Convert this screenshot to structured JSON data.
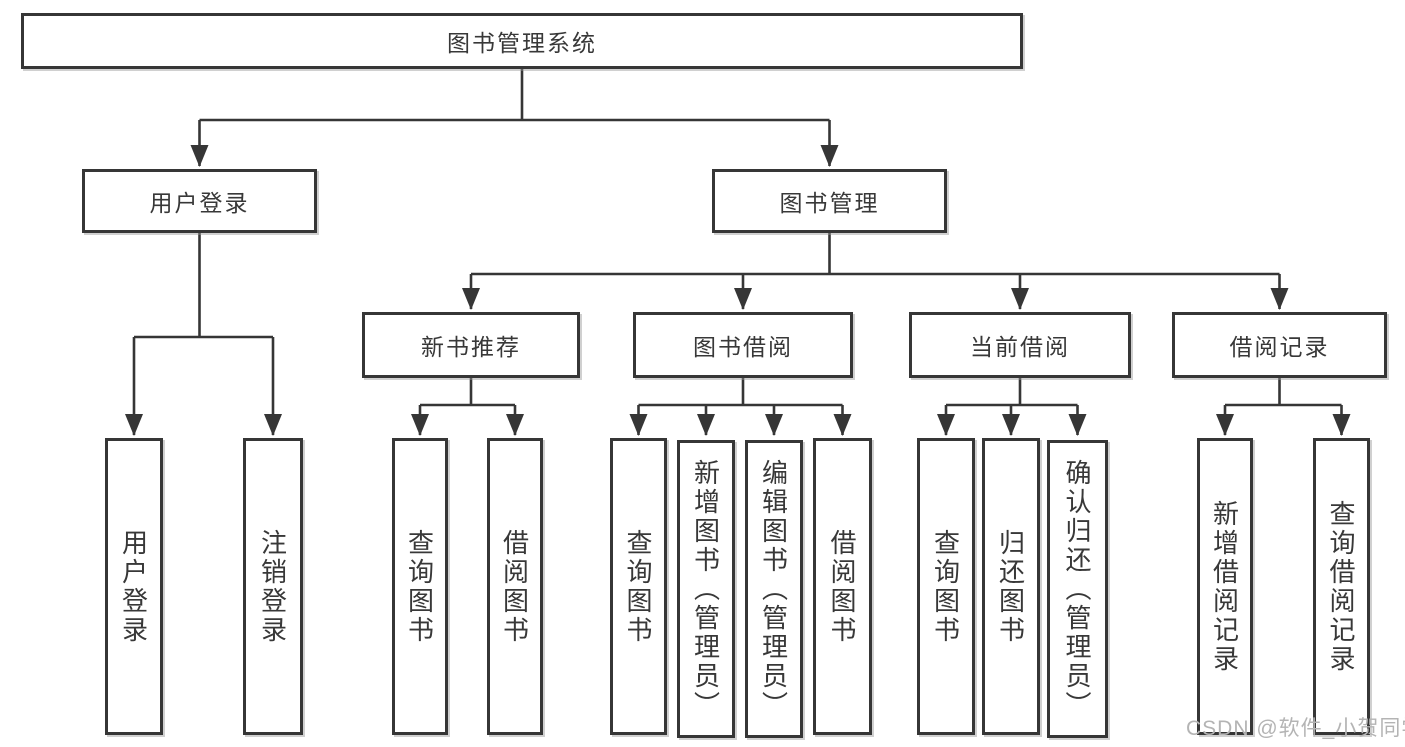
{
  "tree": {
    "root": {
      "label": "图书管理系统"
    },
    "branches": [
      {
        "label": "用户登录",
        "children": [
          {
            "label": "用户登录"
          },
          {
            "label": "注销登录"
          }
        ]
      },
      {
        "label": "图书管理",
        "children": [
          {
            "label": "新书推荐",
            "children": [
              {
                "label": "查询图书"
              },
              {
                "label": "借阅图书"
              }
            ]
          },
          {
            "label": "图书借阅",
            "children": [
              {
                "label": "查询图书"
              },
              {
                "label": "新增图书（管理员）"
              },
              {
                "label": "编辑图书（管理员）"
              },
              {
                "label": "借阅图书"
              }
            ]
          },
          {
            "label": "当前借阅",
            "children": [
              {
                "label": "查询图书"
              },
              {
                "label": "归还图书"
              },
              {
                "label": "确认归还（管理员）"
              }
            ]
          },
          {
            "label": "借阅记录",
            "children": [
              {
                "label": "新增借阅记录"
              },
              {
                "label": "查询借阅记录"
              }
            ]
          }
        ]
      }
    ]
  },
  "watermark": {
    "text": "CSDN @软件_小贺同学"
  },
  "colors": {
    "line": "#363636",
    "text": "#383838",
    "background": "#ffffff",
    "watermark": "#b4b4b4"
  }
}
